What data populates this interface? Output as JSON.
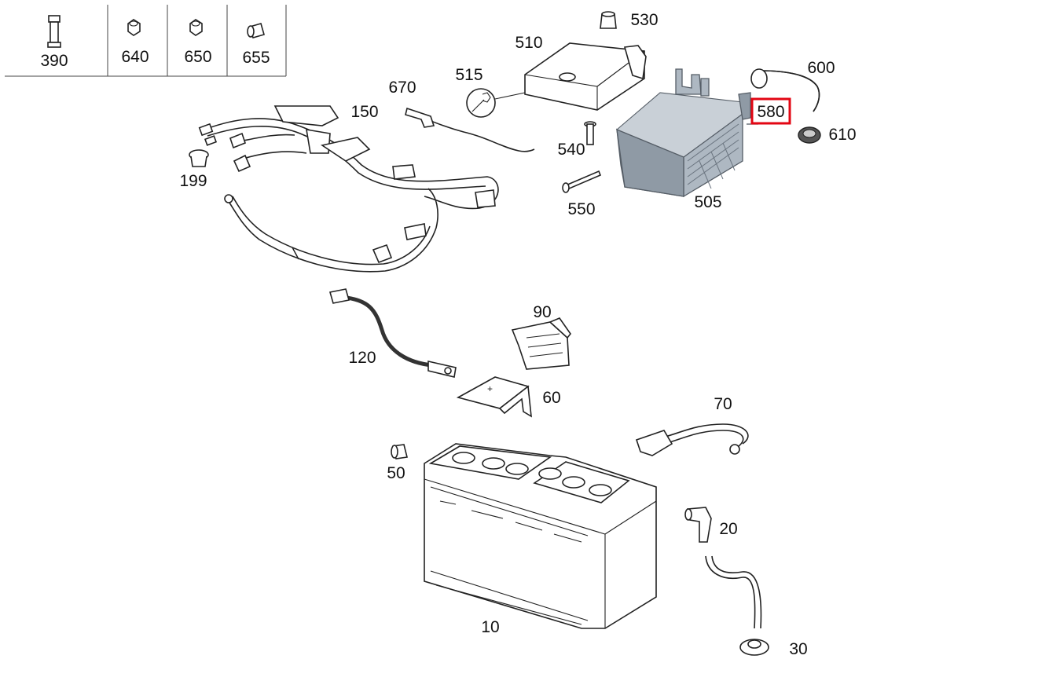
{
  "highlight_color": "#e30613",
  "hardware_table": {
    "items": [
      {
        "number": "390",
        "icon": "bolt-sleeve-icon"
      },
      {
        "number": "640",
        "icon": "hex-nut-icon"
      },
      {
        "number": "650",
        "icon": "hex-nut-icon"
      },
      {
        "number": "655",
        "icon": "sleeve-icon"
      }
    ]
  },
  "callouts": {
    "c150": "150",
    "c199": "199",
    "c670": "670",
    "c515": "515",
    "c510": "510",
    "c530": "530",
    "c540": "540",
    "c550": "550",
    "c505": "505",
    "c580": "580",
    "c600": "600",
    "c610": "610",
    "c120": "120",
    "c90": "90",
    "c60": "60",
    "c70": "70",
    "c50": "50",
    "c20": "20",
    "c10": "10",
    "c30": "30"
  },
  "selected_callout": "580"
}
